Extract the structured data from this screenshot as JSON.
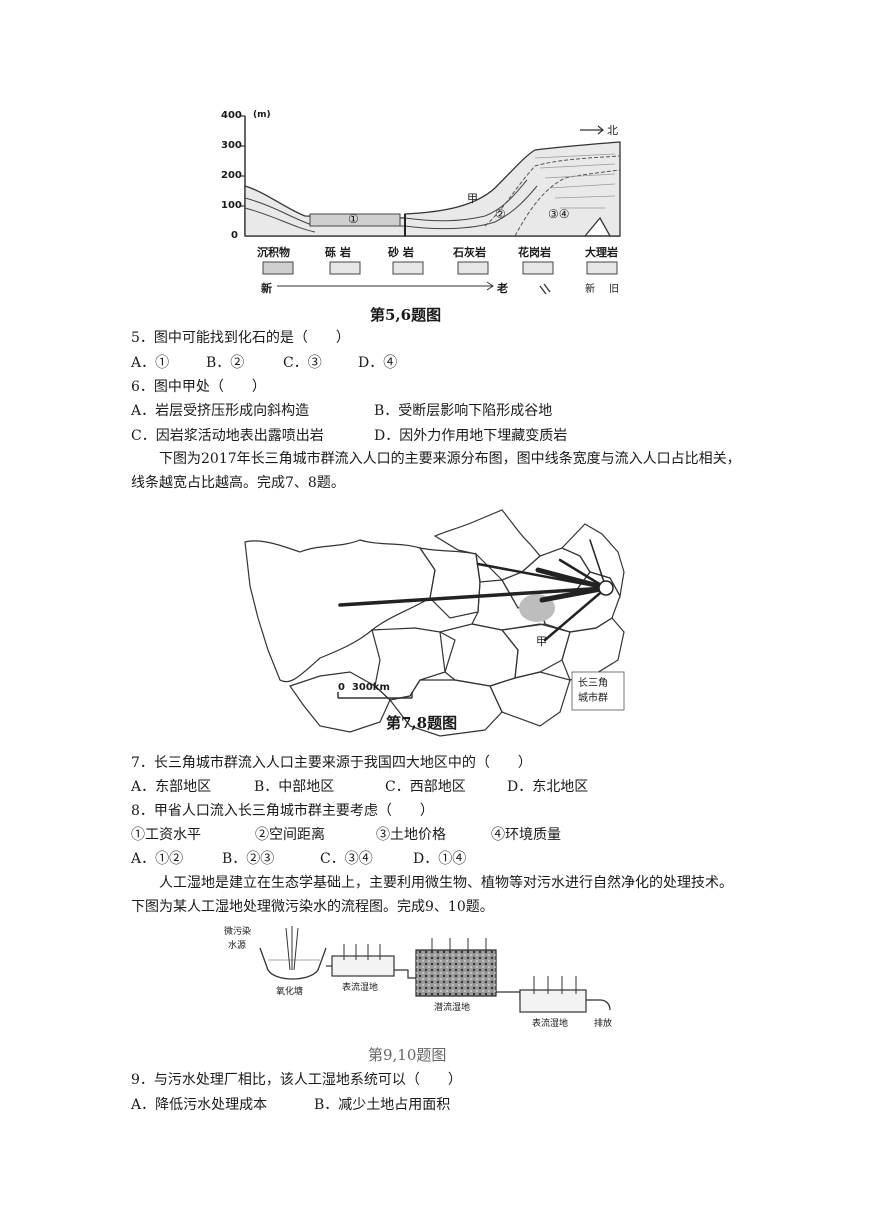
{
  "fig1": {
    "y_unit": "(m)",
    "y_ticks": [
      "400",
      "300",
      "200",
      "100",
      "0"
    ],
    "arrow_label": "北",
    "labels": {
      "jia": "甲",
      "c1": "①",
      "c2": "②",
      "c34": "③④"
    },
    "legend": [
      "沉积物",
      "砾 岩",
      "砂 岩",
      "石灰岩",
      "花岗岩",
      "大理岩"
    ],
    "age_new": "新",
    "age_old": "老",
    "fault_new": "新",
    "fault_old": "旧",
    "caption": "第5,6题图"
  },
  "q5": {
    "stem": "5．图中可能找到化石的是（　　）",
    "a": "A．①",
    "b": "B．②",
    "c": "C．③",
    "d": "D．④"
  },
  "q6": {
    "stem": "6．图中甲处（　　）",
    "a": "A．岩层受挤压形成向斜构造",
    "b": "B．受断层影响下陷形成谷地",
    "c": "C．因岩浆活动地表出露喷出岩",
    "d": "D．因外力作用地下埋藏变质岩"
  },
  "intro78": "下图为2017年长三角城市群流入人口的主要来源分布图，图中线条宽度与流入人口占比相关，线条越宽占比越高。完成7、8题。",
  "fig2": {
    "scale": "0  300km",
    "jia": "甲",
    "legend": "长三角城市群",
    "legend1": "长三角",
    "legend2": "城市群",
    "caption": "第7,8题图"
  },
  "q7": {
    "stem": "7．长三角城市群流入人口主要来源于我国四大地区中的（　　）",
    "a": "A．东部地区",
    "b": "B．中部地区",
    "c": "C．西部地区",
    "d": "D．东北地区"
  },
  "q8": {
    "stem": "8．甲省人口流入长三角城市群主要考虑（　　）",
    "f1": "①工资水平",
    "f2": "②空间距离",
    "f3": "③土地价格",
    "f4": "④环境质量",
    "a": "A．①②",
    "b": "B．②③",
    "c": "C．③④",
    "d": "D．①④"
  },
  "intro910": "人工湿地是建立在生态学基础上，主要利用微生物、植物等对污水进行自然净化的处理技术。下图为某人工湿地处理微污染水的流程图。完成9、10题。",
  "fig3": {
    "source1": "微污染",
    "source2": "水源",
    "pond": "氧化塘",
    "w1": "表流湿地",
    "w2": "潜流湿地",
    "w3": "表流湿地",
    "out": "排放",
    "caption": "第9,10题图"
  },
  "q9": {
    "stem": "9．与污水处理厂相比，该人工湿地系统可以（　　）",
    "a": "A．降低污水处理成本",
    "b": "B．减少土地占用面积"
  }
}
